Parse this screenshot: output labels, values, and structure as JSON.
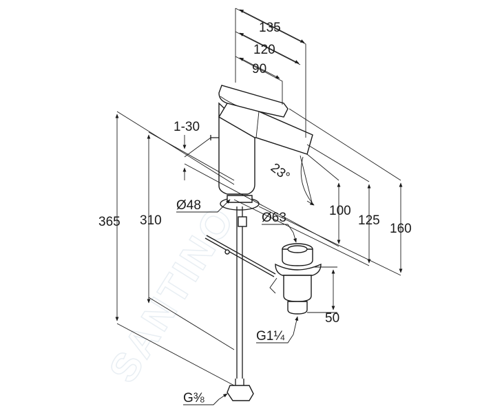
{
  "dimensions": {
    "spout_reach_135": "135",
    "spout_reach_120": "120",
    "spout_reach_90": "90",
    "lever_range": "1-30",
    "spout_angle": "23°",
    "base_diameter": "Ø48",
    "total_height": "365",
    "height_310": "310",
    "outlet_height_100": "100",
    "height_125": "125",
    "height_160": "160",
    "waste_diameter": "Ø63",
    "waste_height": "50",
    "waste_thread": "G1¼",
    "supply_thread": "G⅜"
  },
  "watermark": "SANTINO"
}
